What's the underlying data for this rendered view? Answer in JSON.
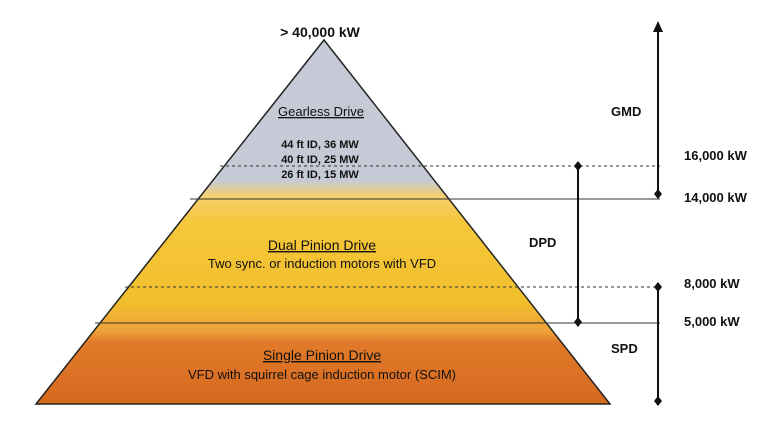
{
  "pyramid": {
    "apex_label": "> 40,000 kW",
    "gearless": {
      "title": "Gearless Drive",
      "lines": [
        "44 ft ID, 36 MW",
        "40 ft ID, 25 MW",
        "26 ft ID, 15 MW"
      ],
      "color": "#c3c9d6"
    },
    "dual": {
      "title": "Dual Pinion Drive",
      "subtitle": "Two sync. or induction motors with VFD",
      "color": "#f2c22a"
    },
    "single": {
      "title": "Single Pinion Drive",
      "subtitle": "VFD with squirrel cage induction motor (SCIM)",
      "color": "#db6b23"
    }
  },
  "scale": {
    "levels": [
      "16,000 kW",
      "14,000 kW",
      "8,000 kW",
      "5,000 kW"
    ],
    "ranges": [
      "GMD",
      "DPD",
      "SPD"
    ]
  }
}
